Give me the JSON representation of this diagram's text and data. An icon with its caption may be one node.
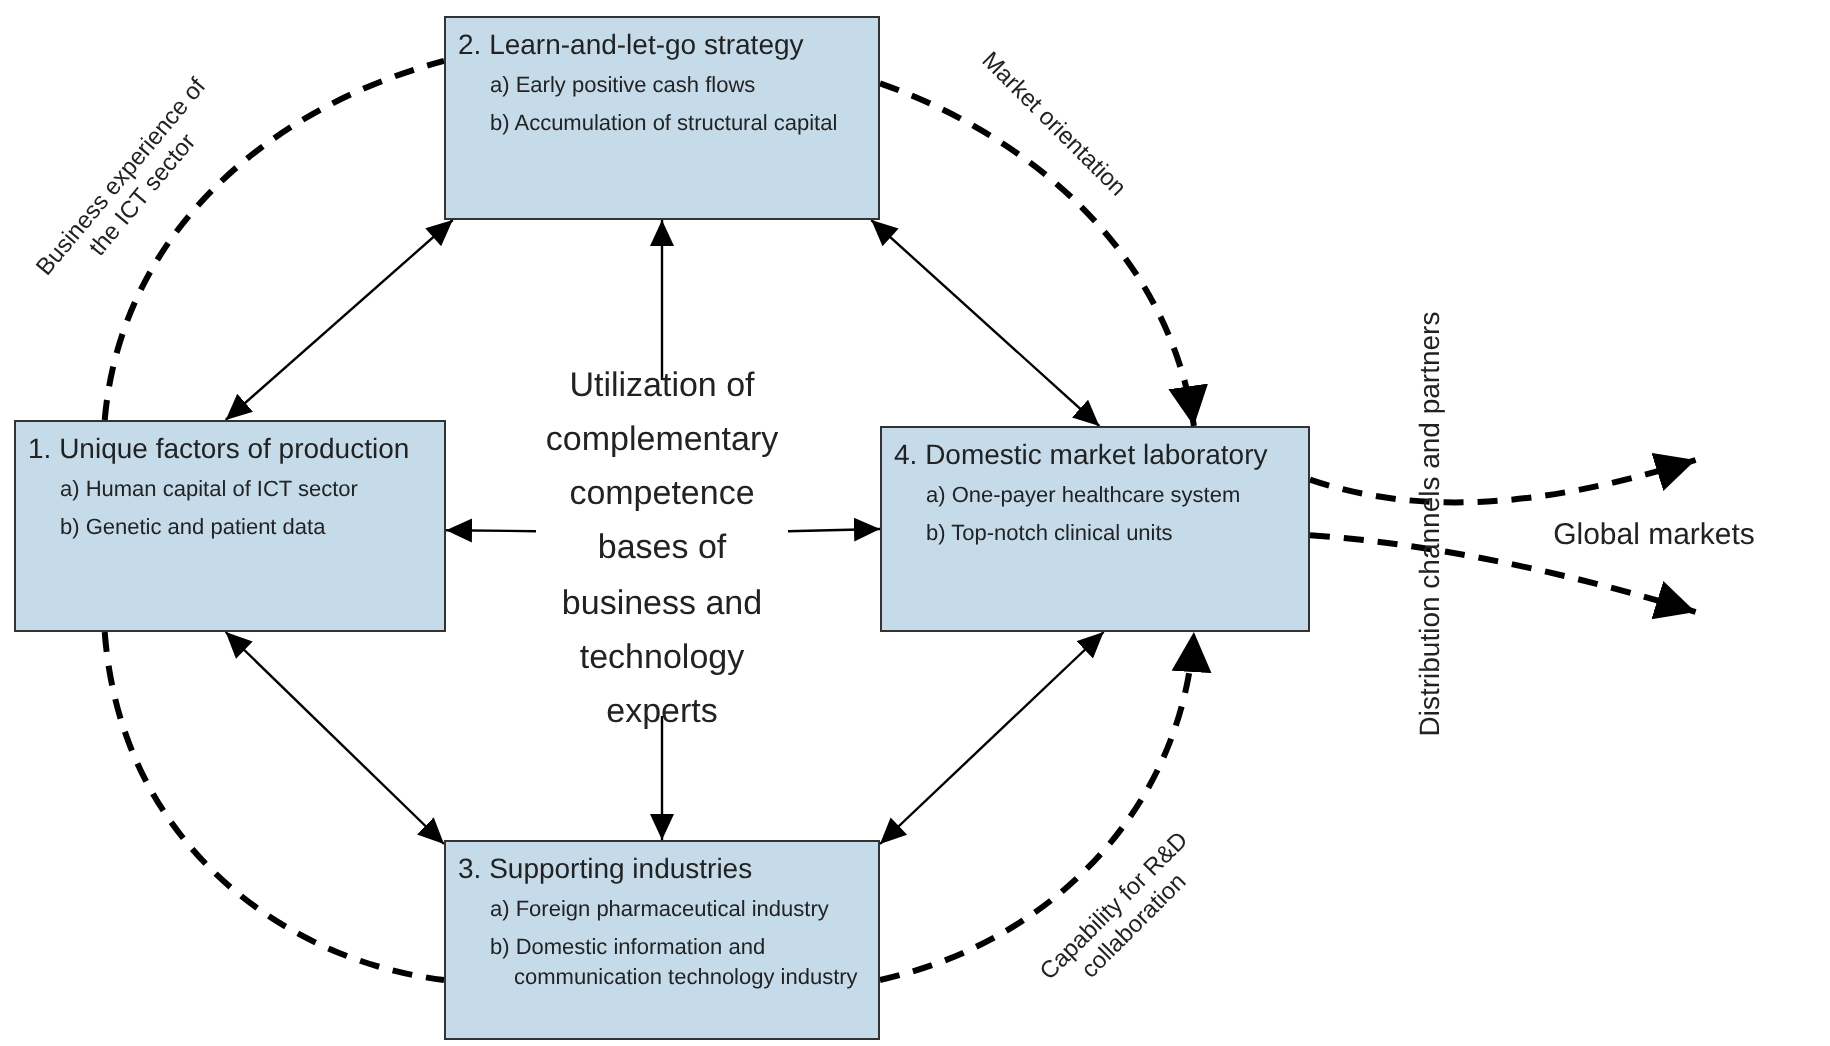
{
  "diagram": {
    "nodes": [
      {
        "text": [
          "2. Learn-and-let-go strategy",
          "a) Early positive cash flows",
          "b) Accumulation of structural capital"
        ]
      },
      {
        "text": [
          "1. Unique factors of production",
          "a) Human capital of ICT sector",
          "b) Genetic and patient data"
        ]
      },
      {
        "text": [
          "Utilization of complementary competence bases of business and technology experts"
        ]
      },
      {
        "text": [
          "4. Domestic market laboratory",
          "a) One-payer healthcare system",
          "b) Top-notch clinical units"
        ]
      },
      {
        "text": [
          "Global markets"
        ]
      },
      {
        "text": [
          "3. Supporting industries",
          "a) Foreign pharmaceutical industry",
          "b) Domestic information and communication technology industry"
        ]
      }
    ],
    "edges": [
      {
        "from": 1,
        "to": 0,
        "arrow": "none",
        "style": "dashed",
        "label": "Business experience of the ICT sector"
      },
      {
        "from": 0,
        "to": 3,
        "arrow": "to",
        "style": "dashed",
        "label": "Market orientation"
      },
      {
        "from": 5,
        "to": 3,
        "arrow": "to",
        "style": "dashed",
        "label": "Capability for R&D collaboration"
      },
      {
        "from": 1,
        "to": 5,
        "arrow": "none",
        "style": "dashed"
      },
      {
        "from": 3,
        "to": 4,
        "arrow": "to",
        "style": "dashed"
      },
      {
        "from": 3,
        "to": 4,
        "arrow": "to",
        "style": "dashed"
      },
      {
        "from": 0,
        "to": 1,
        "arrow": "both"
      },
      {
        "from": 0,
        "to": 3,
        "arrow": "both"
      },
      {
        "from": 1,
        "to": 5,
        "arrow": "both"
      },
      {
        "from": 5,
        "to": 3,
        "arrow": "both"
      },
      {
        "from": 2,
        "to": 0,
        "arrow": "to"
      },
      {
        "from": 2,
        "to": 1,
        "arrow": "to"
      },
      {
        "from": 2,
        "to": 3,
        "arrow": "to"
      },
      {
        "from": 2,
        "to": 5,
        "arrow": "to"
      }
    ],
    "labels": [
      "Distribution channels and partners"
    ]
  }
}
